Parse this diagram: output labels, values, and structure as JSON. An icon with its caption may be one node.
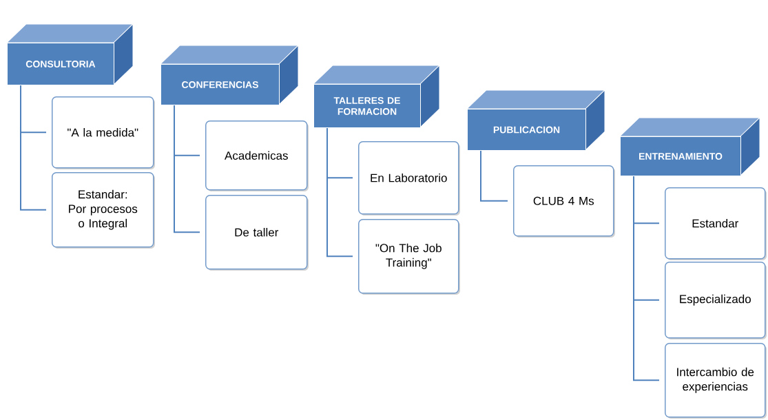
{
  "diagram": {
    "nodes": [
      {
        "text": [
          "CONSULTORIA"
        ]
      },
      {
        "text": [
          "\"A la medida\""
        ]
      },
      {
        "text": [
          "Estandar: Por procesos o Integral"
        ]
      },
      {
        "text": [
          "CONFERENCIAS"
        ]
      },
      {
        "text": [
          "Academicas"
        ]
      },
      {
        "text": [
          "De taller"
        ]
      },
      {
        "text": [
          "TALLERES DE FORMACION"
        ]
      },
      {
        "text": [
          "En Laboratorio"
        ]
      },
      {
        "text": [
          "\"On The Job Training\""
        ]
      },
      {
        "text": [
          "PUBLICACION"
        ]
      },
      {
        "text": [
          "CLUB 4 Ms"
        ]
      },
      {
        "text": [
          "ENTRENAMIENTO"
        ]
      },
      {
        "text": [
          "Estandar"
        ]
      },
      {
        "text": [
          "Especializado"
        ]
      },
      {
        "text": [
          "Intercambio de experiencias"
        ]
      }
    ],
    "edges": [
      {
        "from": 0,
        "to": 1,
        "arrow": "none"
      },
      {
        "from": 0,
        "to": 2,
        "arrow": "none"
      },
      {
        "from": 3,
        "to": 4,
        "arrow": "none"
      },
      {
        "from": 3,
        "to": 5,
        "arrow": "none"
      },
      {
        "from": 6,
        "to": 7,
        "arrow": "none"
      },
      {
        "from": 6,
        "to": 8,
        "arrow": "none"
      },
      {
        "from": 9,
        "to": 10,
        "arrow": "none"
      },
      {
        "from": 11,
        "to": 12,
        "arrow": "none"
      },
      {
        "from": 11,
        "to": 13,
        "arrow": "none"
      },
      {
        "from": 11,
        "to": 14,
        "arrow": "none"
      }
    ]
  }
}
